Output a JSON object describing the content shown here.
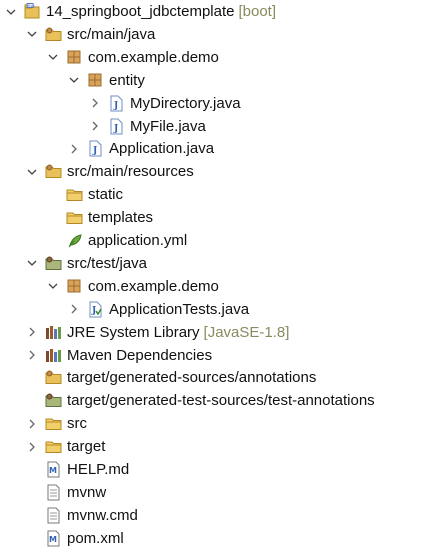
{
  "tree": {
    "rows": [
      {
        "label": "14_springboot_jdbctemplate",
        "decoration": "[boot]",
        "icon": "project-icon",
        "toggle": "expanded",
        "indent": 0
      },
      {
        "label": "src/main/java",
        "icon": "source-folder-icon",
        "toggle": "expanded",
        "indent": 1
      },
      {
        "label": "com.example.demo",
        "icon": "package-icon",
        "toggle": "expanded",
        "indent": 2
      },
      {
        "label": "entity",
        "icon": "package-icon",
        "toggle": "expanded",
        "indent": 3
      },
      {
        "label": "MyDirectory.java",
        "icon": "java-file-icon",
        "toggle": "collapsed",
        "indent": 4
      },
      {
        "label": "MyFile.java",
        "icon": "java-file-icon",
        "toggle": "collapsed",
        "indent": 4
      },
      {
        "label": "Application.java",
        "icon": "java-file-icon",
        "toggle": "collapsed",
        "indent": 3
      },
      {
        "label": "src/main/resources",
        "icon": "source-folder-icon",
        "toggle": "expanded",
        "indent": 1
      },
      {
        "label": "static",
        "icon": "folder-icon",
        "toggle": "none",
        "indent": 2
      },
      {
        "label": "templates",
        "icon": "folder-icon",
        "toggle": "none",
        "indent": 2
      },
      {
        "label": "application.yml",
        "icon": "yaml-file-icon",
        "toggle": "none",
        "indent": 2
      },
      {
        "label": "src/test/java",
        "icon": "test-source-folder-icon",
        "toggle": "expanded",
        "indent": 1
      },
      {
        "label": "com.example.demo",
        "icon": "package-icon",
        "toggle": "expanded",
        "indent": 2
      },
      {
        "label": "ApplicationTests.java",
        "icon": "java-test-file-icon",
        "toggle": "collapsed",
        "indent": 3
      },
      {
        "label": "JRE System Library",
        "decoration": "[JavaSE-1.8]",
        "icon": "library-icon",
        "toggle": "collapsed",
        "indent": 1
      },
      {
        "label": "Maven Dependencies",
        "icon": "library-icon",
        "toggle": "collapsed",
        "indent": 1
      },
      {
        "label": "target/generated-sources/annotations",
        "icon": "source-folder-icon",
        "toggle": "none",
        "indent": 1
      },
      {
        "label": "target/generated-test-sources/test-annotations",
        "icon": "test-source-folder-icon",
        "toggle": "none",
        "indent": 1
      },
      {
        "label": "src",
        "icon": "folder-icon",
        "toggle": "collapsed",
        "indent": 1
      },
      {
        "label": "target",
        "icon": "folder-icon",
        "toggle": "collapsed",
        "indent": 1
      },
      {
        "label": "HELP.md",
        "icon": "markdown-file-icon",
        "toggle": "none",
        "indent": 1
      },
      {
        "label": "mvnw",
        "icon": "text-file-icon",
        "toggle": "none",
        "indent": 1
      },
      {
        "label": "mvnw.cmd",
        "icon": "text-file-icon",
        "toggle": "none",
        "indent": 1
      },
      {
        "label": "pom.xml",
        "icon": "maven-pom-icon",
        "toggle": "none",
        "indent": 1
      }
    ]
  },
  "colors": {
    "text": "#111111",
    "decoration": "#8a8a5e",
    "folder": "#e8b94a",
    "package": "#b07a3a",
    "java_blue": "#2f62b5",
    "test_green": "#4a7a3a"
  }
}
